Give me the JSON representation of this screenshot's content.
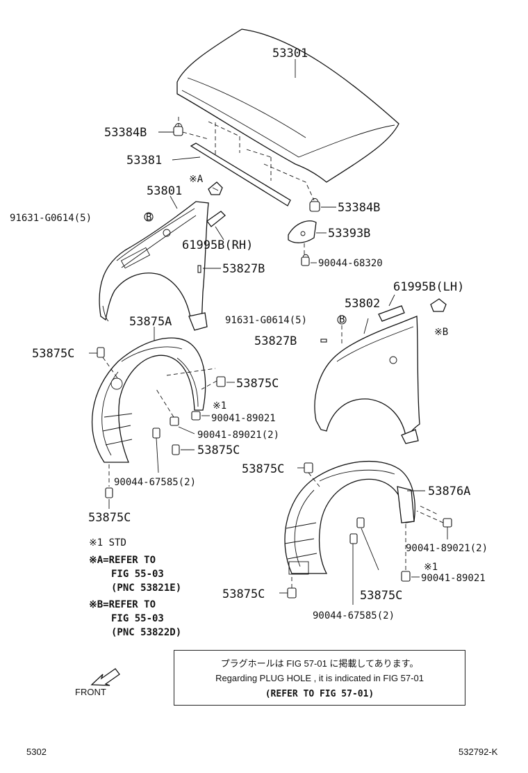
{
  "labels": {
    "p53301": "53301",
    "p53384b_left": "53384B",
    "p53381": "53381",
    "ref_a_mark": "※A",
    "p53801": "53801",
    "p91631_left": "91631-G0614(5)",
    "p61995b_rh": "61995B(RH)",
    "p53827b_left": "53827B",
    "p53384b_right": "53384B",
    "p53393b": "53393B",
    "p90044_68320": "90044-68320",
    "p61995b_lh": "61995B(LH)",
    "p53802": "53802",
    "p91631_right": "91631-G0614(5)",
    "ref_b_mark": "※B",
    "p53827b_right": "53827B",
    "p53875a": "53875A",
    "p53875c_1": "53875C",
    "p53875c_2": "53875C",
    "std_mark_1": "※1",
    "p90041_89021_a": "90041-89021",
    "p90041_89021_2a": "90041-89021(2)",
    "p53875c_3": "53875C",
    "p90044_67585_a": "90044-67585(2)",
    "p53875c_4": "53875C",
    "p53875c_5": "53875C",
    "p53876a": "53876A",
    "p90041_89021_2b": "90041-89021(2)",
    "std_mark_2": "※1",
    "p90041_89021_b": "90041-89021",
    "p53875c_6": "53875C",
    "p53875c_7": "53875C",
    "p90044_67585_b": "90044-67585(2)",
    "bolt_b": "B"
  },
  "notes": {
    "std": "※1 STD",
    "ref_a_1": "※A=REFER TO",
    "ref_a_2": "FIG 55-03",
    "ref_a_3": "(PNC 53821E)",
    "ref_b_1": "※B=REFER TO",
    "ref_b_2": "FIG 55-03",
    "ref_b_3": "(PNC 53822D)"
  },
  "info": {
    "line1": "プラグホールは FIG 57-01 に掲載してあります。",
    "line2": "Regarding PLUG HOLE , it is indicated in FIG 57-01",
    "line3": "(REFER TO FIG 57-01)"
  },
  "front_label": "FRONT",
  "footer": {
    "left": "5302",
    "right": "532792-K"
  },
  "icons": {
    "front_arrow": "front-arrow-icon"
  }
}
